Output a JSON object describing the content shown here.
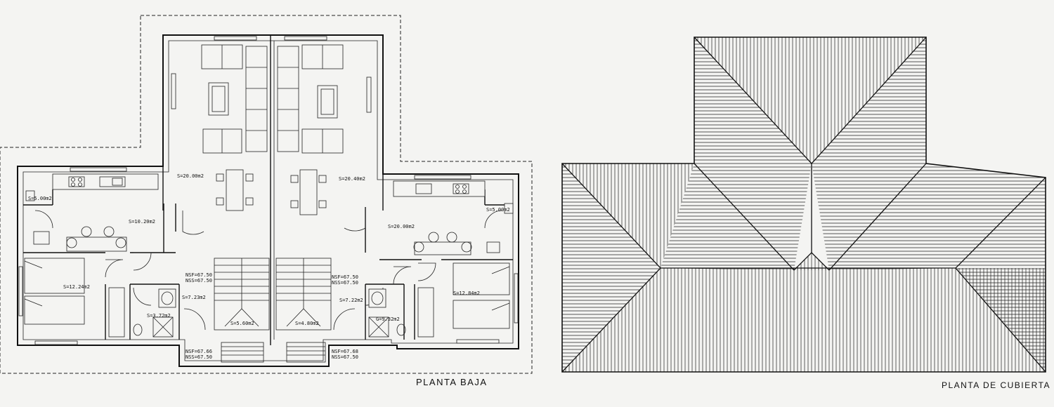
{
  "drawings": {
    "ground_floor": {
      "title": "PLANTA BAJA",
      "room_labels": {
        "living_left": "S=20.00m2",
        "living_right": "S=20.40m2",
        "kitchen_left": "S=10.20m2",
        "kitchen_right": "S=20.00m2",
        "laundry_left": "S=5.00m2",
        "laundry_right": "S=5.00m2",
        "bedroom_left": "S=12.24m2",
        "bedroom_right": "S=12.84m2",
        "hall_left": "S=7.23m2",
        "hall_right": "S=7.22m2",
        "bath_left": "S=3.72m2",
        "bath_right": "G=9.32m2",
        "stair_left": "S=5.60m2",
        "stair_right": "S=4.80m2"
      },
      "area_labels": {
        "upper_left_nsf": "NSF=67.50",
        "upper_left_nss": "NSS=67.50",
        "upper_right_nsf": "NSF=67.50",
        "upper_right_nss": "NSS=67.50",
        "lower_left_nsf": "NSF=67.66",
        "lower_left_nss": "NSS=67.50",
        "lower_right_nsf": "NSF=67.68",
        "lower_right_nss": "NSS=67.50"
      }
    },
    "roof": {
      "title": "PLANTA DE CUBIERTA"
    }
  },
  "colors": {
    "paper": "#f4f4f2",
    "ink": "#111111"
  }
}
